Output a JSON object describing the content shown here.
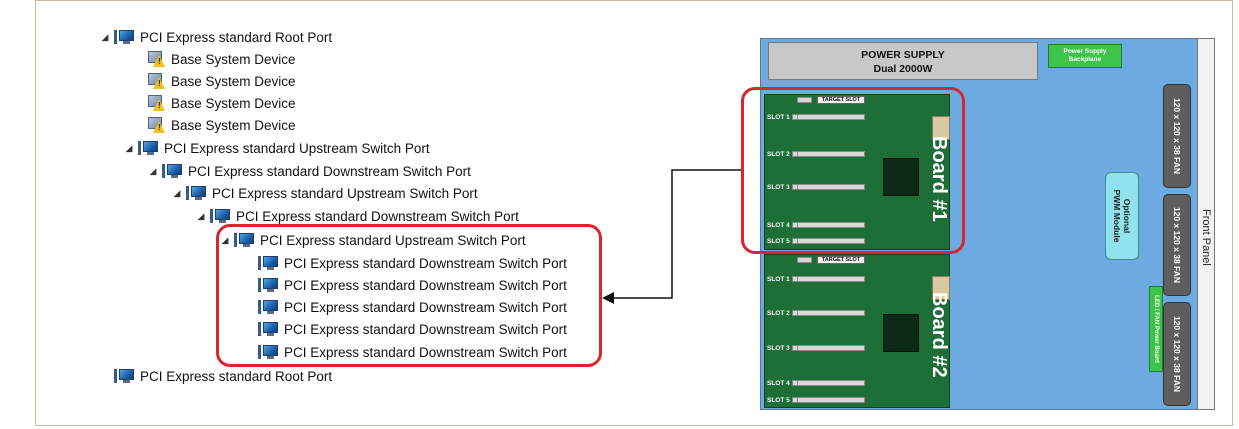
{
  "device_tree": {
    "rows": [
      {
        "label": "PCI Express standard Root Port",
        "icon": "pci-port-icon",
        "expander": "◢"
      },
      {
        "label": "Base System Device",
        "icon": "warning-device-icon",
        "expander": ""
      },
      {
        "label": "Base System Device",
        "icon": "warning-device-icon",
        "expander": ""
      },
      {
        "label": "Base System Device",
        "icon": "warning-device-icon",
        "expander": ""
      },
      {
        "label": "Base System Device",
        "icon": "warning-device-icon",
        "expander": ""
      },
      {
        "label": "PCI Express standard Upstream Switch Port",
        "icon": "pci-port-icon",
        "expander": "◢"
      },
      {
        "label": "PCI Express standard Downstream Switch Port",
        "icon": "pci-port-icon",
        "expander": "◢"
      },
      {
        "label": "PCI Express standard Upstream Switch Port",
        "icon": "pci-port-icon",
        "expander": "◢"
      },
      {
        "label": "PCI Express standard Downstream Switch Port",
        "icon": "pci-port-icon",
        "expander": "◢"
      },
      {
        "label": "PCI Express standard Upstream Switch Port",
        "icon": "pci-port-icon",
        "expander": "◢"
      },
      {
        "label": "PCI Express standard Downstream Switch Port",
        "icon": "pci-port-icon",
        "expander": ""
      },
      {
        "label": "PCI Express standard Downstream Switch Port",
        "icon": "pci-port-icon",
        "expander": ""
      },
      {
        "label": "PCI Express standard Downstream Switch Port",
        "icon": "pci-port-icon",
        "expander": ""
      },
      {
        "label": "PCI Express standard Downstream Switch Port",
        "icon": "pci-port-icon",
        "expander": ""
      },
      {
        "label": "PCI Express standard Downstream Switch Port",
        "icon": "pci-port-icon",
        "expander": ""
      },
      {
        "label": "PCI Express standard Root Port",
        "icon": "pci-port-icon",
        "expander": ""
      }
    ]
  },
  "chassis": {
    "power_supply": {
      "line1": "POWER SUPPLY",
      "line2": "Dual 2000W"
    },
    "power_supply_backplane": {
      "line1": "Power Supply",
      "line2": "Backplane"
    },
    "front_panel": "Front Panel",
    "pwm_module": {
      "line1": "Optional",
      "line2": "PWM Module"
    },
    "led_fan_board": "LED / FAN Power Board",
    "fans": [
      "120 x 120 x 38 FAN",
      "120 x 120 x 38 FAN",
      "120 x 120 x 38 FAN"
    ],
    "boards": [
      {
        "label": "Board #1",
        "target_slot": "TARGET SLOT",
        "slots": [
          "SLOT 1",
          "SLOT 2",
          "SLOT 3",
          "SLOT 4",
          "SLOT 5"
        ]
      },
      {
        "label": "Board #2",
        "target_slot": "TARGET SLOT",
        "slots": [
          "SLOT 1",
          "SLOT 2",
          "SLOT 3",
          "SLOT 4",
          "SLOT 5"
        ]
      }
    ]
  },
  "colors": {
    "highlight": "#d9262c",
    "chassis_bg": "#6eaae2",
    "board_green": "#1e6e38",
    "fan_grey": "#5e5e5e"
  }
}
